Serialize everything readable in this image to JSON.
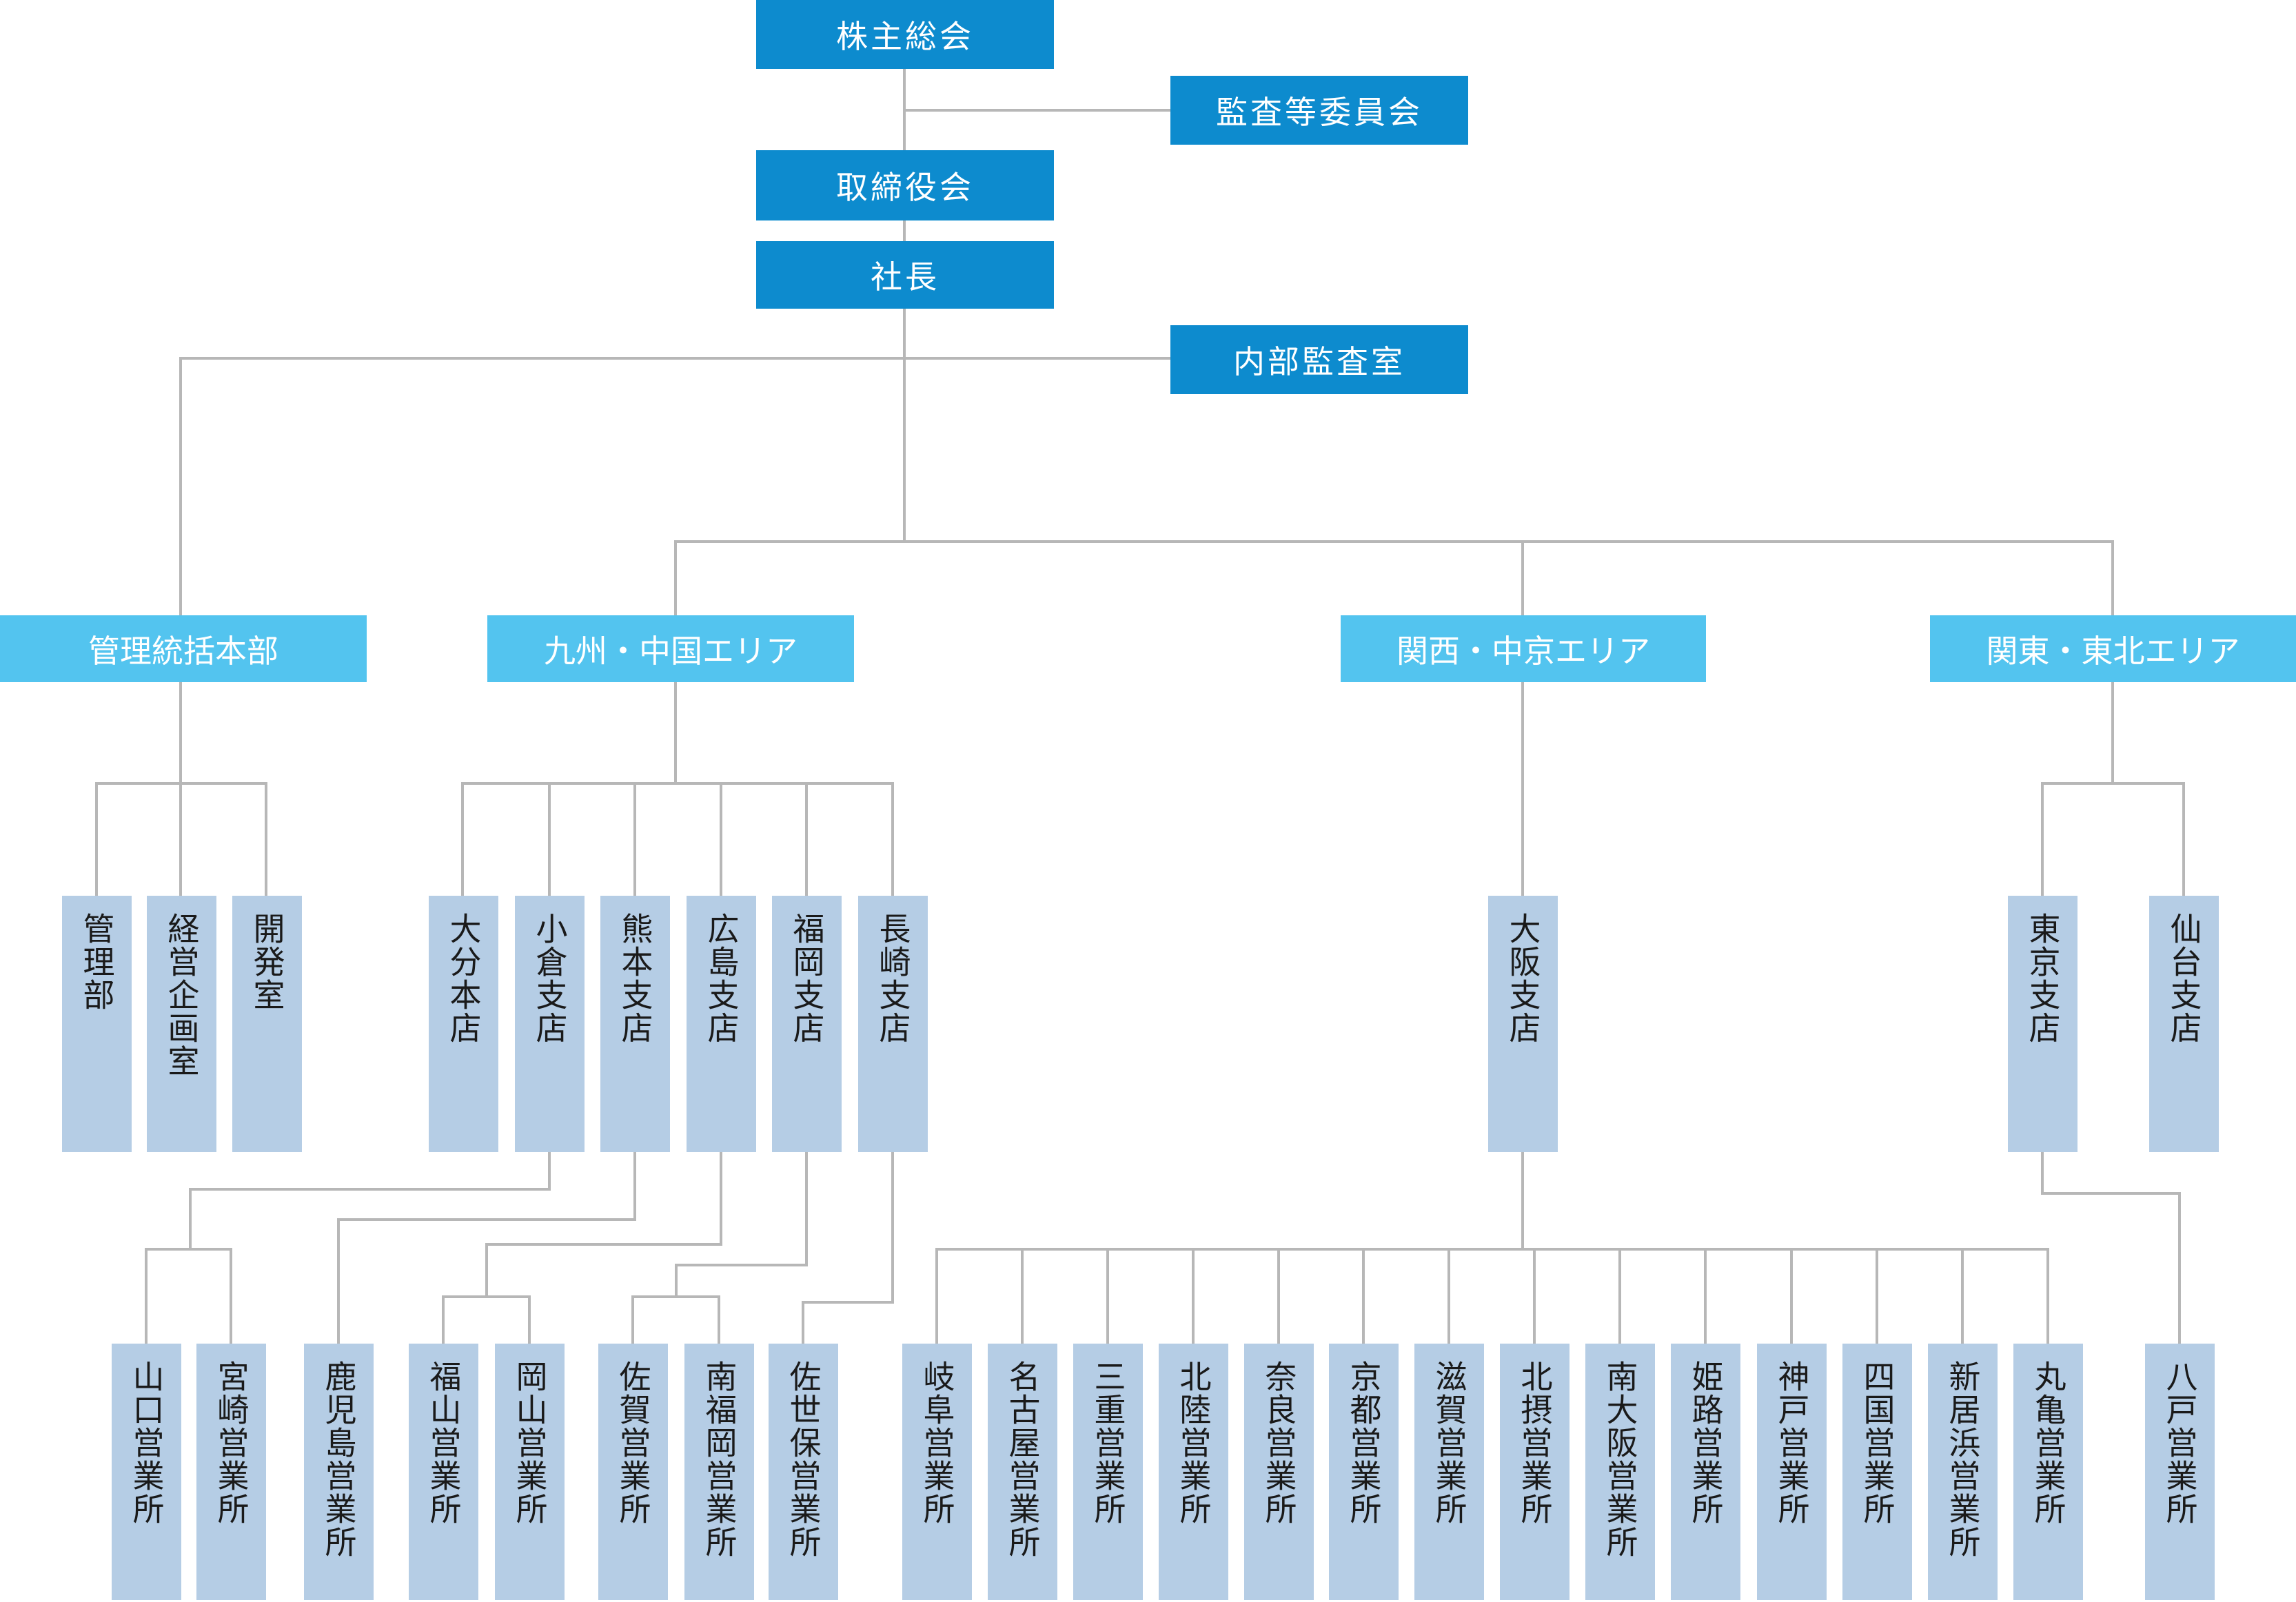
{
  "top": {
    "shareholders": "株主総会",
    "audit_committee": "監査等委員会",
    "board": "取締役会",
    "president": "社長",
    "internal_audit": "内部監査室"
  },
  "divisions": {
    "admin_hq": "管理統括本部",
    "kyushu_chugoku": "九州・中国エリア",
    "kansai_chukyo": "関西・中京エリア",
    "kanto_tohoku": "関東・東北エリア"
  },
  "departments": {
    "kanri": "管理部",
    "keiei_kikaku": "経営企画室",
    "kaihatsu": "開発室"
  },
  "branches": {
    "oita": "大分本店",
    "kokura": "小倉支店",
    "kumamoto": "熊本支店",
    "hiroshima": "広島支店",
    "fukuoka": "福岡支店",
    "nagasaki": "長崎支店",
    "osaka": "大阪支店",
    "tokyo": "東京支店",
    "sendai": "仙台支店"
  },
  "offices": {
    "yamaguchi": "山口営業所",
    "miyazaki": "宮崎営業所",
    "kagoshima": "鹿児島営業所",
    "fukuyama": "福山営業所",
    "okayama": "岡山営業所",
    "saga": "佐賀営業所",
    "minami_fukuoka": "南福岡営業所",
    "sasebo": "佐世保営業所",
    "gifu": "岐阜営業所",
    "nagoya": "名古屋営業所",
    "mie": "三重営業所",
    "hokuriku": "北陸営業所",
    "nara": "奈良営業所",
    "kyoto": "京都営業所",
    "shiga": "滋賀営業所",
    "hokusetsu": "北摂営業所",
    "minami_osaka": "南大阪営業所",
    "himeji": "姫路営業所",
    "kobe": "神戸営業所",
    "shikoku": "四国営業所",
    "niihama": "新居浜営業所",
    "marugame": "丸亀営業所",
    "hachinohe": "八戸営業所"
  }
}
